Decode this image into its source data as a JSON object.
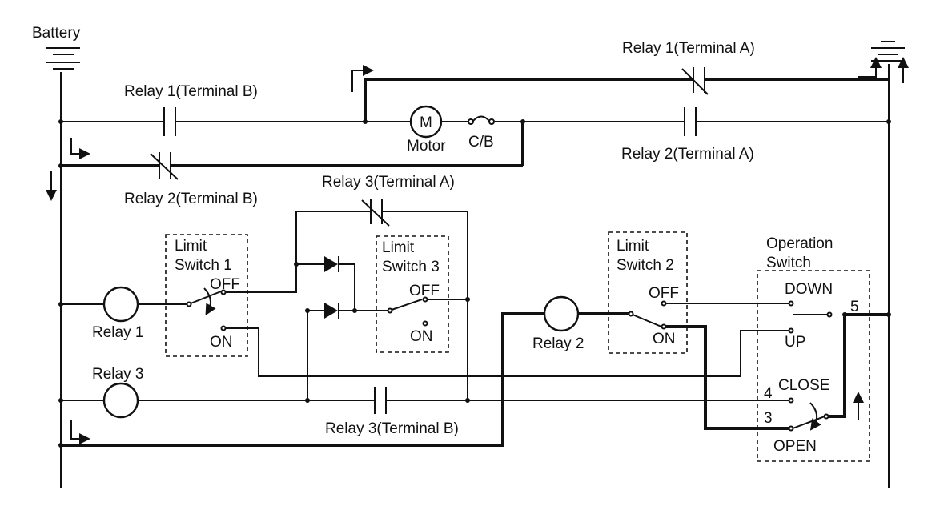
{
  "labels": {
    "battery": "Battery",
    "relay1_terminal_b": "Relay 1(Terminal B)",
    "relay1_terminal_a": "Relay 1(Terminal A)",
    "relay2_terminal_a": "Relay 2(Terminal A)",
    "relay2_terminal_b": "Relay 2(Terminal B)",
    "relay3_terminal_a": "Relay 3(Terminal A)",
    "relay3_terminal_b": "Relay 3(Terminal B)",
    "motor_symbol": "M",
    "motor": "Motor",
    "circuit_breaker": "C/B",
    "limit_switch_1": [
      "Limit",
      "Switch 1"
    ],
    "limit_switch_2": [
      "Limit",
      "Switch 2"
    ],
    "limit_switch_3": [
      "Limit",
      "Switch 3"
    ],
    "operation_switch": [
      "Operation",
      "Switch"
    ],
    "off": "OFF",
    "on": "ON",
    "down": "DOWN",
    "up": "UP",
    "close": "CLOSE",
    "open": "OPEN",
    "relay_1": "Relay 1",
    "relay_2": "Relay 2",
    "relay_3": "Relay 3",
    "terminal_5": "5",
    "terminal_4": "4",
    "terminal_3": "3"
  }
}
